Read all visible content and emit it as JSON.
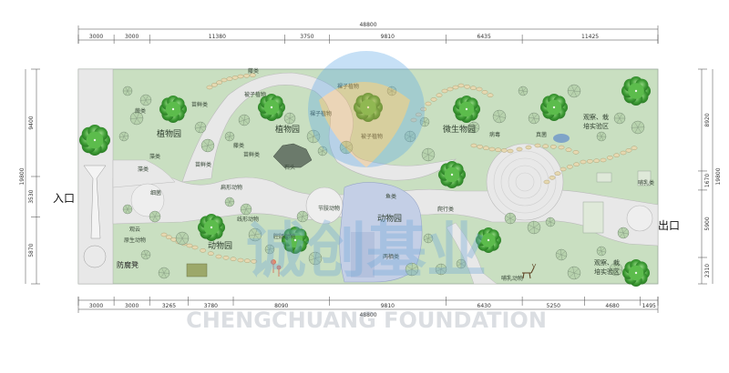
{
  "dimensions": {
    "top_total": "48800",
    "top_segments": [
      "3000",
      "3000",
      "11380",
      "3750",
      "9810",
      "6435",
      "11425"
    ],
    "bottom_total": "48800",
    "bottom_segments": [
      "3000",
      "3000",
      "3265",
      "3780",
      "8090",
      "9810",
      "6430",
      "5250",
      "4680",
      "1495"
    ],
    "left_total": "19800",
    "left_segments": [
      "9400",
      "3530",
      "5870"
    ],
    "right_total": "19800",
    "right_segments": [
      "8920",
      "1670",
      "5900",
      "2310"
    ]
  },
  "entrance": "入口",
  "exit": "出口",
  "zones": {
    "plant_garden_1": "植物园",
    "plant_garden_2": "植物园",
    "animal_garden_1": "动物园",
    "animal_garden_2": "动物园",
    "micro_garden": "微生物园",
    "observe_top": [
      "观察、栽",
      "培实验区"
    ],
    "observe_bottom": [
      "观察、栽",
      "培实验区"
    ],
    "rest_bench": "防腐凳"
  },
  "labels": {
    "l1": "藤类",
    "l2": "苗鲜类",
    "l3": "蕨类",
    "l4": "裸子植物",
    "l5": "被子植物",
    "l6": "藤类",
    "l7": "石头",
    "l8": "苗鲜类",
    "l9": "裸子植物",
    "l10": "被子植物",
    "l11": "苗鲜类",
    "l12": "藻类",
    "l13": "藻类",
    "l14": "病毒",
    "l15": "真菌",
    "l16": "哺乳动物",
    "l17": "节肢动物",
    "l18": "鱼类",
    "l19": "爬行类",
    "l20": "线形动物",
    "l21": "扁形动物",
    "l22": "腔肠动物",
    "l23": "两栖类",
    "l24": "哺乳类",
    "l25": "观云",
    "l26": "原生动物",
    "l27": "细菌"
  },
  "watermark": {
    "cn": "诚创基业",
    "en": "CHENGCHUANG FOUNDATION"
  },
  "colors": {
    "lawn": "#c9dfc1",
    "path": "#e8e8e8",
    "pond": "#c4cfe6",
    "tree": "#4caa3e"
  }
}
